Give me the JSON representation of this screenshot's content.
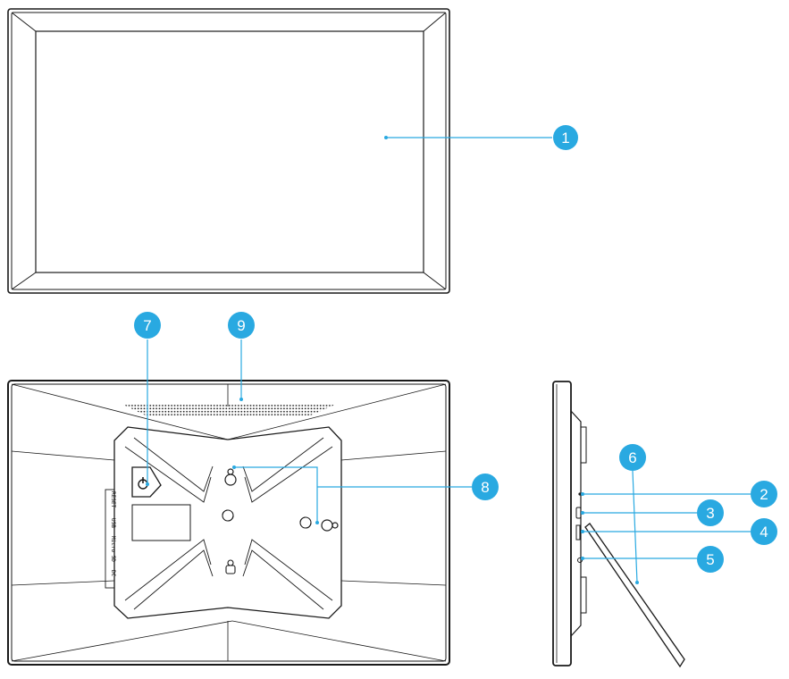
{
  "colors": {
    "accent": "#29a9e1",
    "outline": "#1a1a1a",
    "background": "#ffffff"
  },
  "callouts": [
    {
      "number": "1",
      "part": "screen"
    },
    {
      "number": "2",
      "part": "side-port-a"
    },
    {
      "number": "3",
      "part": "side-port-b"
    },
    {
      "number": "4",
      "part": "side-port-c"
    },
    {
      "number": "5",
      "part": "side-port-d"
    },
    {
      "number": "6",
      "part": "stand"
    },
    {
      "number": "7",
      "part": "power-button"
    },
    {
      "number": "8",
      "part": "wall-mount-holes"
    },
    {
      "number": "9",
      "part": "speaker-grille"
    }
  ],
  "port_labels": [
    "RESET",
    "USB",
    "Micro SD",
    "DC"
  ]
}
